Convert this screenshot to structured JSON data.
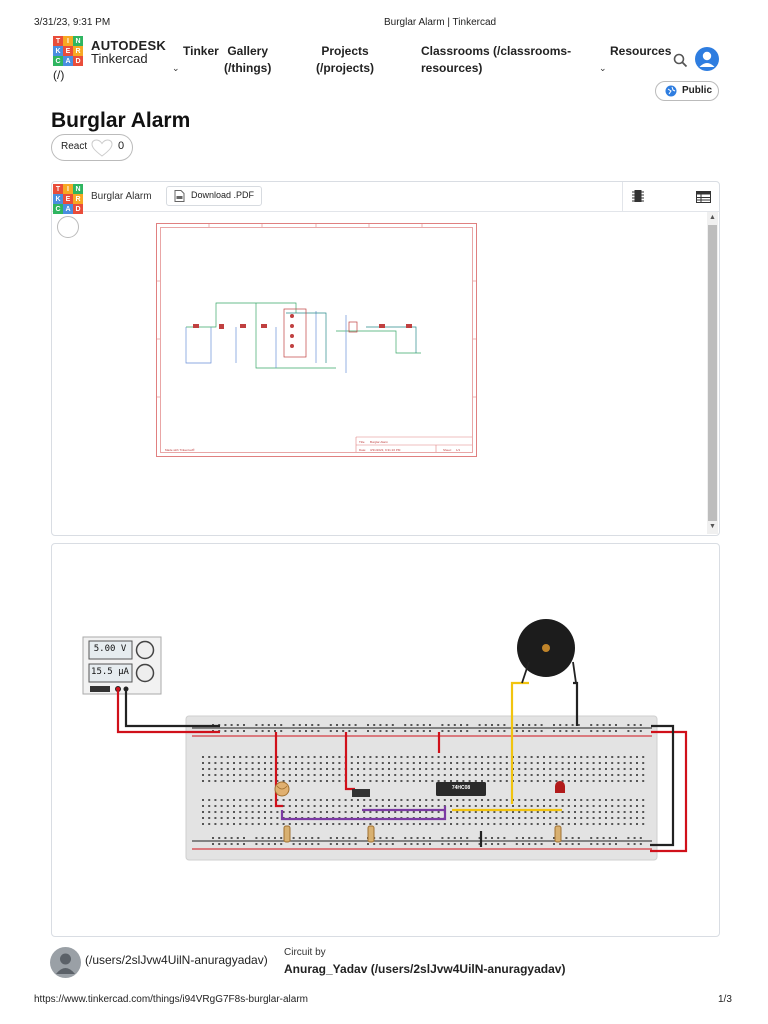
{
  "print_header": {
    "datetime": "3/31/23, 9:31 PM",
    "title": "Burglar Alarm | Tinkercad"
  },
  "print_footer": {
    "url": "https://www.tinkercad.com/things/i94VRgG7F8s-burglar-alarm",
    "page": "1/3"
  },
  "brand": {
    "logo_letters": [
      "TIN",
      "KER",
      "CAD"
    ],
    "company": "AUTODESK",
    "product": "Tinkercad",
    "home_link": "(/)"
  },
  "nav": {
    "items": [
      {
        "label": "Tinker",
        "has_chevron": true
      },
      {
        "label": "Gallery\n(/things)"
      },
      {
        "label": "Projects\n(/projects)"
      },
      {
        "label": "Classrooms (/classrooms-\nresources)"
      },
      {
        "label": "Resources",
        "has_chevron": true
      }
    ]
  },
  "visibility_badge": "Public",
  "page_title": "Burglar Alarm",
  "react": {
    "label": "React",
    "count": "0"
  },
  "schematic_viewer": {
    "title": "Burglar Alarm",
    "download_label": "Download .PDF",
    "sheet": {
      "footer_left": "Made with Tinkercad®",
      "title_label": "Title",
      "title_value": "Burglar Alarm",
      "date_label": "Date:",
      "date_value": "3/31/2023, 9:31:16 PM",
      "sheet_label": "Sheet:",
      "sheet_value": "1/1"
    }
  },
  "breadboard": {
    "supply_voltage": "5.00 V",
    "supply_current": "15.5 µA",
    "chip_label": "74HC08"
  },
  "author": {
    "link": "(/users/2slJvw4UilN-anuragyadav)",
    "circuit_by_label": "Circuit by",
    "name": "Anurag_Yadav (/users/2slJvw4UilN-anuragyadav)"
  },
  "colors": {
    "logo": [
      "#e94d3a",
      "#f7a823",
      "#2fb560",
      "#4a8ee0",
      "#e94d3a",
      "#f7a823",
      "#2fb560",
      "#4a8ee0",
      "#e94d3a"
    ],
    "accent": "#1a73e8",
    "wire_red": "#d0101a",
    "wire_black": "#222222",
    "wire_yellow": "#f1c40f",
    "wire_purple": "#7b3aa3"
  }
}
